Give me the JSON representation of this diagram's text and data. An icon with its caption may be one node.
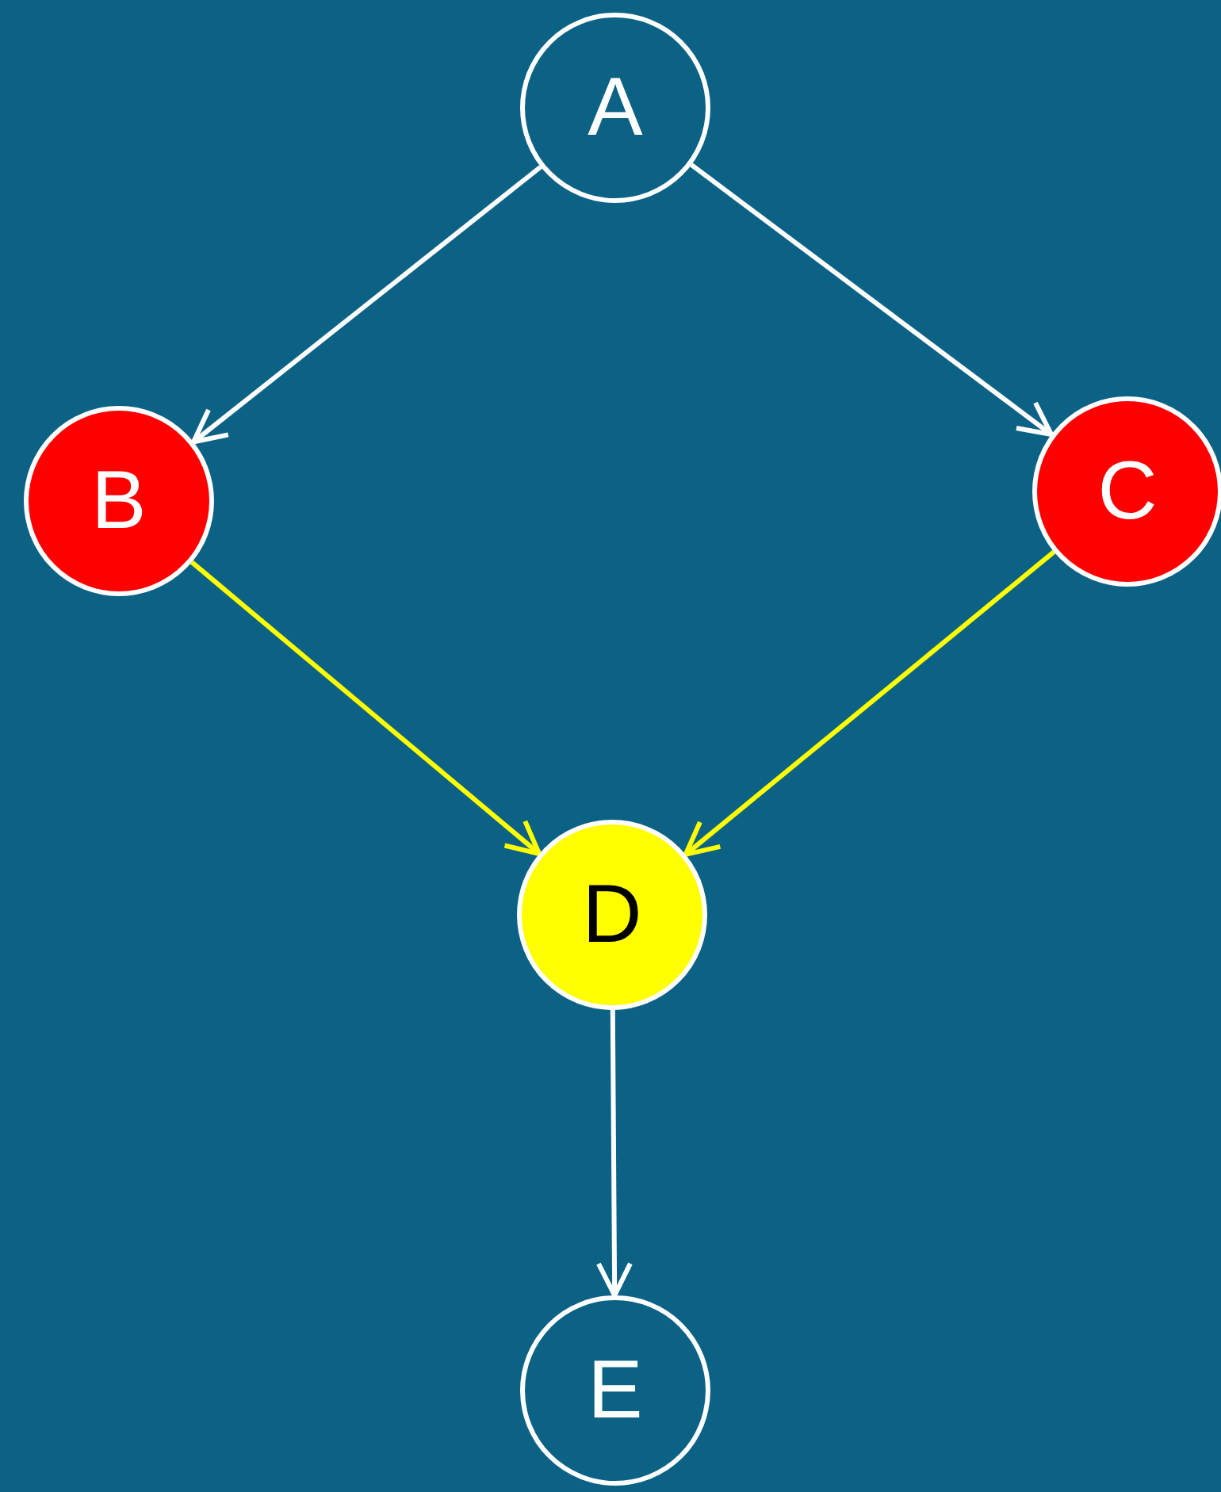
{
  "diagram": {
    "nodes": [
      {
        "text": [
          "A"
        ]
      },
      {
        "text": [
          "B"
        ]
      },
      {
        "text": [
          "C"
        ]
      },
      {
        "text": [
          "D"
        ]
      },
      {
        "text": [
          "E"
        ]
      }
    ],
    "edges": [
      {
        "from": 0,
        "to": 1,
        "arrow": "to"
      },
      {
        "from": 0,
        "to": 2,
        "arrow": "to"
      },
      {
        "from": 1,
        "to": 3,
        "arrow": "to",
        "color": "#ffff00"
      },
      {
        "from": 2,
        "to": 3,
        "arrow": "to",
        "color": "#ffff00"
      },
      {
        "from": 3,
        "to": 4,
        "arrow": "to"
      }
    ]
  }
}
